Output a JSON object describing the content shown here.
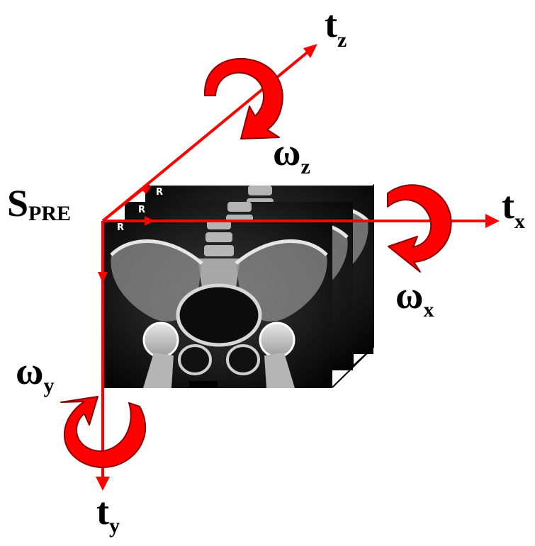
{
  "diagram": {
    "origin": {
      "main": "S",
      "sub": "PRE"
    },
    "axes": [
      {
        "id": "x",
        "translation": {
          "main": "t",
          "sub": "x"
        },
        "rotation": {
          "main": "ω",
          "sub": "x"
        }
      },
      {
        "id": "y",
        "translation": {
          "main": "t",
          "sub": "y"
        },
        "rotation": {
          "main": "ω",
          "sub": "y"
        }
      },
      {
        "id": "z",
        "translation": {
          "main": "t",
          "sub": "z"
        },
        "rotation": {
          "main": "ω",
          "sub": "z"
        }
      }
    ],
    "frames": [
      {
        "id": "back",
        "marker": "R"
      },
      {
        "id": "middle",
        "marker": "R"
      },
      {
        "id": "front",
        "marker": "R"
      }
    ],
    "colors": {
      "axis": "#ff0000",
      "arrow_fill": "#ff0000",
      "arrow_stroke": "#8a0000",
      "frame_edge": "#000000",
      "background": "#ffffff"
    },
    "icons": {
      "rotation": "curved-arrow-icon",
      "frame_content": "pelvis-xray"
    }
  }
}
